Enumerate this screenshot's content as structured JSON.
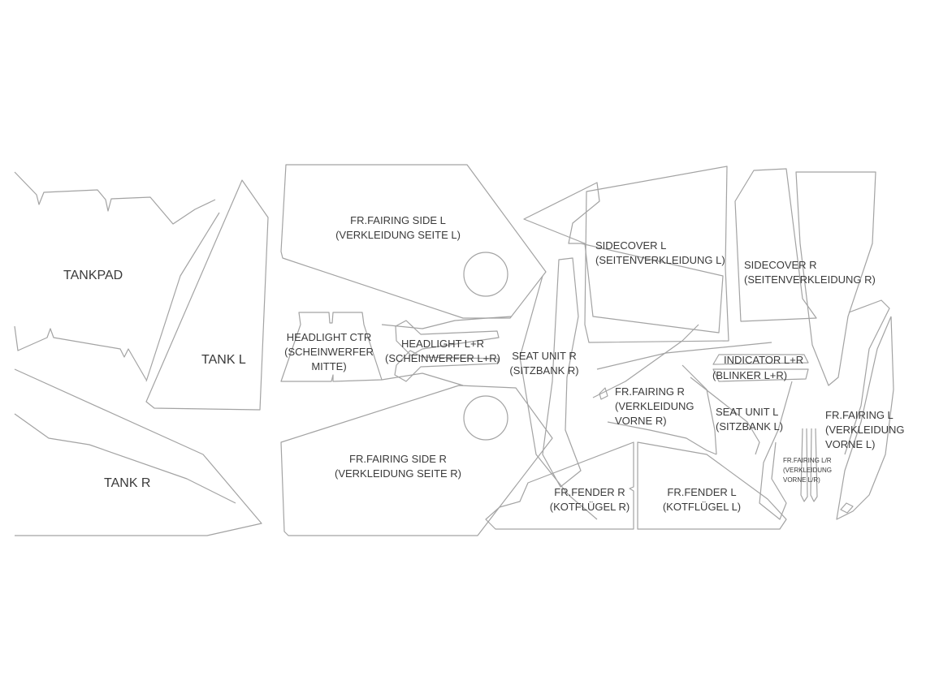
{
  "diagram": {
    "stroke_color": "#a3a3a3",
    "text_color": "#3a3a3a",
    "parts": [
      {
        "id": "tankpad",
        "lines": [
          "TANKPAD"
        ]
      },
      {
        "id": "tank_l",
        "lines": [
          "TANK L"
        ]
      },
      {
        "id": "tank_r",
        "lines": [
          "TANK R"
        ]
      },
      {
        "id": "fr_fairing_side_l",
        "lines": [
          "FR.FAIRING SIDE L",
          "(VERKLEIDUNG SEITE L)"
        ]
      },
      {
        "id": "fr_fairing_side_r",
        "lines": [
          "FR.FAIRING SIDE R",
          "(VERKLEIDUNG SEITE R)"
        ]
      },
      {
        "id": "headlight_ctr",
        "lines": [
          "HEADLIGHT CTR",
          "(SCHEINWERFER",
          "MITTE)"
        ]
      },
      {
        "id": "headlight_lr",
        "lines": [
          "HEADLIGHT L+R",
          "(SCHEINWERFER L+R)"
        ]
      },
      {
        "id": "seat_unit_r",
        "lines": [
          "SEAT UNIT R",
          "(SITZBANK R)"
        ]
      },
      {
        "id": "sidecover_l",
        "lines": [
          "SIDECOVER L",
          "(SEITENVERKLEIDUNG  L)"
        ]
      },
      {
        "id": "sidecover_r",
        "lines": [
          "SIDECOVER R",
          "(SEITENVERKLEIDUNG  R)"
        ]
      },
      {
        "id": "indicator_lr",
        "lines": [
          "INDICATOR L+R",
          "(BLINKER L+R)"
        ]
      },
      {
        "id": "fr_fairing_r",
        "lines": [
          "FR.FAIRING R",
          "(VERKLEIDUNG",
          "VORNE R)"
        ]
      },
      {
        "id": "seat_unit_l",
        "lines": [
          "SEAT UNIT L",
          "(SITZBANK L)"
        ]
      },
      {
        "id": "fr_fairing_l",
        "lines": [
          "FR.FAIRING L",
          "(VERKLEIDUNG",
          "VORNE L)"
        ]
      },
      {
        "id": "fr_fairing_lr",
        "lines": [
          "FR.FAIRING L/R",
          "(VERKLEIDUNG",
          "VORNE L/R)"
        ]
      },
      {
        "id": "fr_fender_r",
        "lines": [
          "FR.FENDER R",
          "(KOTFLÜGEL R)"
        ]
      },
      {
        "id": "fr_fender_l",
        "lines": [
          "FR.FENDER L",
          "(KOTFLÜGEL L)"
        ]
      }
    ]
  }
}
